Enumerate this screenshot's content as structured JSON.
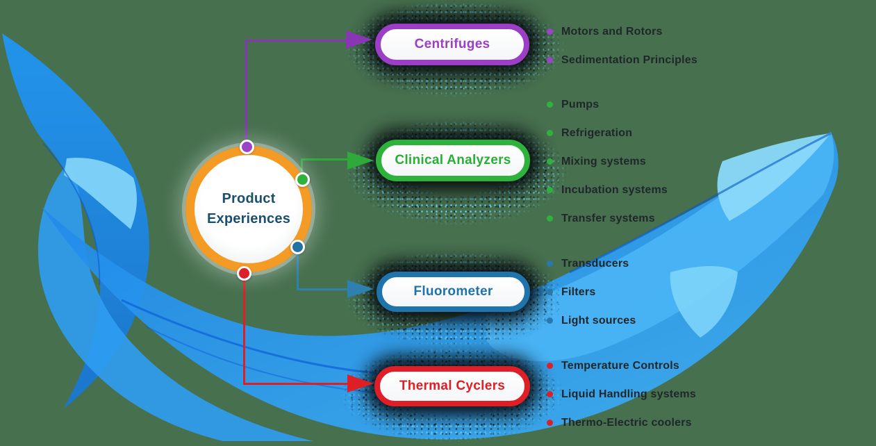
{
  "center": {
    "line1": "Product",
    "line2": "Experiences"
  },
  "branches": [
    {
      "label": "Centrifuges",
      "color": "#9C3EC6",
      "items": [
        "Motors and Rotors",
        "Sedimentation Principles"
      ]
    },
    {
      "label": "Clinical Analyzers",
      "color": "#2FB23B",
      "items": [
        "Pumps",
        "Refrigeration",
        "Mixing systems",
        "Incubation systems",
        "Transfer systems"
      ]
    },
    {
      "label": "Fluorometer",
      "color": "#1E73AB",
      "items": [
        "Transducers",
        "Filters",
        "Light sources"
      ]
    },
    {
      "label": "Thermal Cyclers",
      "color": "#E01E26",
      "items": [
        "Temperature Controls",
        "Liquid Handling systems",
        "Thermo-Electric coolers"
      ]
    }
  ],
  "background_color": "#47704F",
  "ribbon_color": "#2D9BF0",
  "circle_ring_color": "#F49B26",
  "center_text_color": "#1A506E"
}
